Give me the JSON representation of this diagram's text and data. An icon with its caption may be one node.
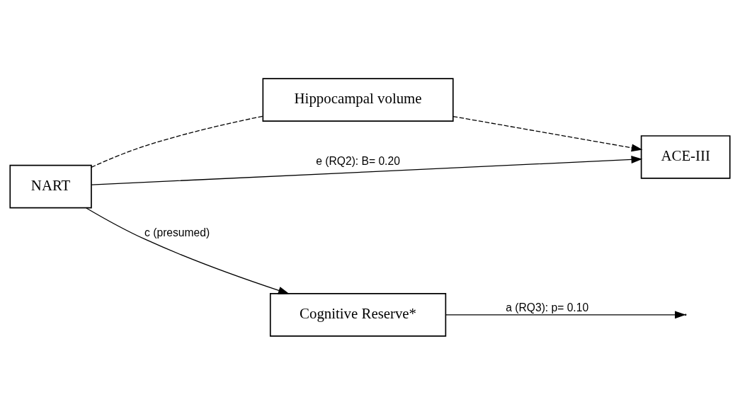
{
  "diagram": {
    "nodes": [
      {
        "text": [
          "Hippocampal volume"
        ]
      },
      {
        "text": [
          "ACE-III"
        ]
      },
      {
        "text": [
          "NART"
        ]
      },
      {
        "text": [
          "Cognitive Reserve*"
        ]
      }
    ],
    "edges": [
      {
        "from": 2,
        "to": 0,
        "arrow": "none",
        "style": "dashed"
      },
      {
        "from": 0,
        "to": 1,
        "arrow": "to",
        "style": "dashed"
      },
      {
        "from": 3,
        "to": null,
        "arrow": "to",
        "label": "a (RQ3): p= 0.10"
      },
      {
        "from": 2,
        "to": 3,
        "arrow": "to",
        "label": "c (presumed)"
      },
      {
        "from": 2,
        "to": 1,
        "arrow": "to",
        "label": "e (RQ2): B= 0.20"
      }
    ]
  }
}
